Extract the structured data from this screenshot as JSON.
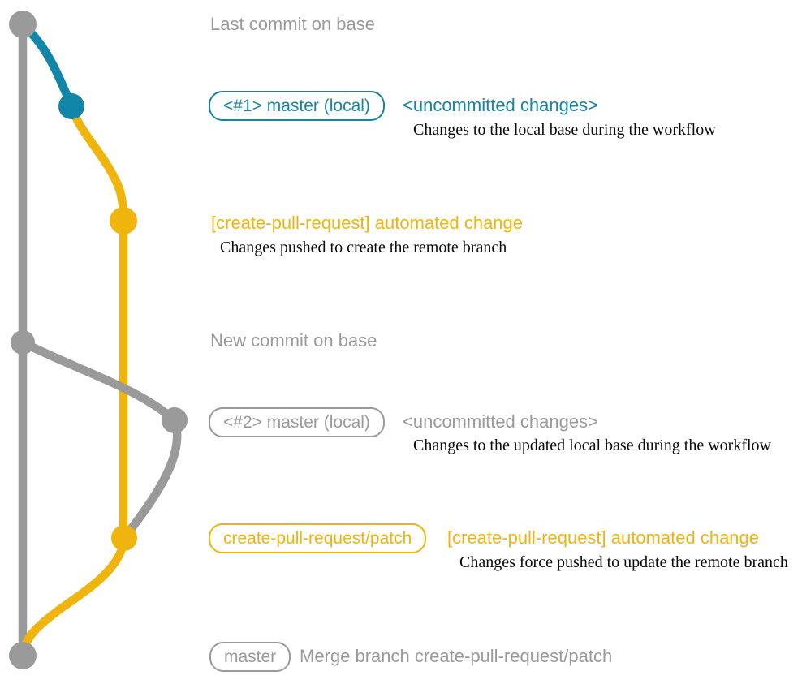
{
  "colors": {
    "base": "#9a9a9a",
    "local": "#1186a8",
    "remote": "#f0b40e",
    "desc": "#0a0a0a",
    "bg": "#ffffff"
  },
  "annotations": {
    "last_commit_label": "Last commit on base",
    "row1": {
      "badge": "<#1> master (local)",
      "title": "<uncommitted changes>",
      "description": "Changes to the local base during the workflow"
    },
    "row2": {
      "title": "[create-pull-request] automated change",
      "description": "Changes pushed to create the remote branch"
    },
    "new_commit_label": "New commit on base",
    "row3": {
      "badge": "<#2> master (local)",
      "title": "<uncommitted changes>",
      "description": "Changes to the updated local base during the workflow"
    },
    "row4": {
      "badge": "create-pull-request/patch",
      "title": "[create-pull-request] automated change",
      "description": "Changes force pushed to update the remote branch"
    },
    "row5": {
      "badge": "master",
      "title": "Merge branch create-pull-request/patch"
    }
  }
}
